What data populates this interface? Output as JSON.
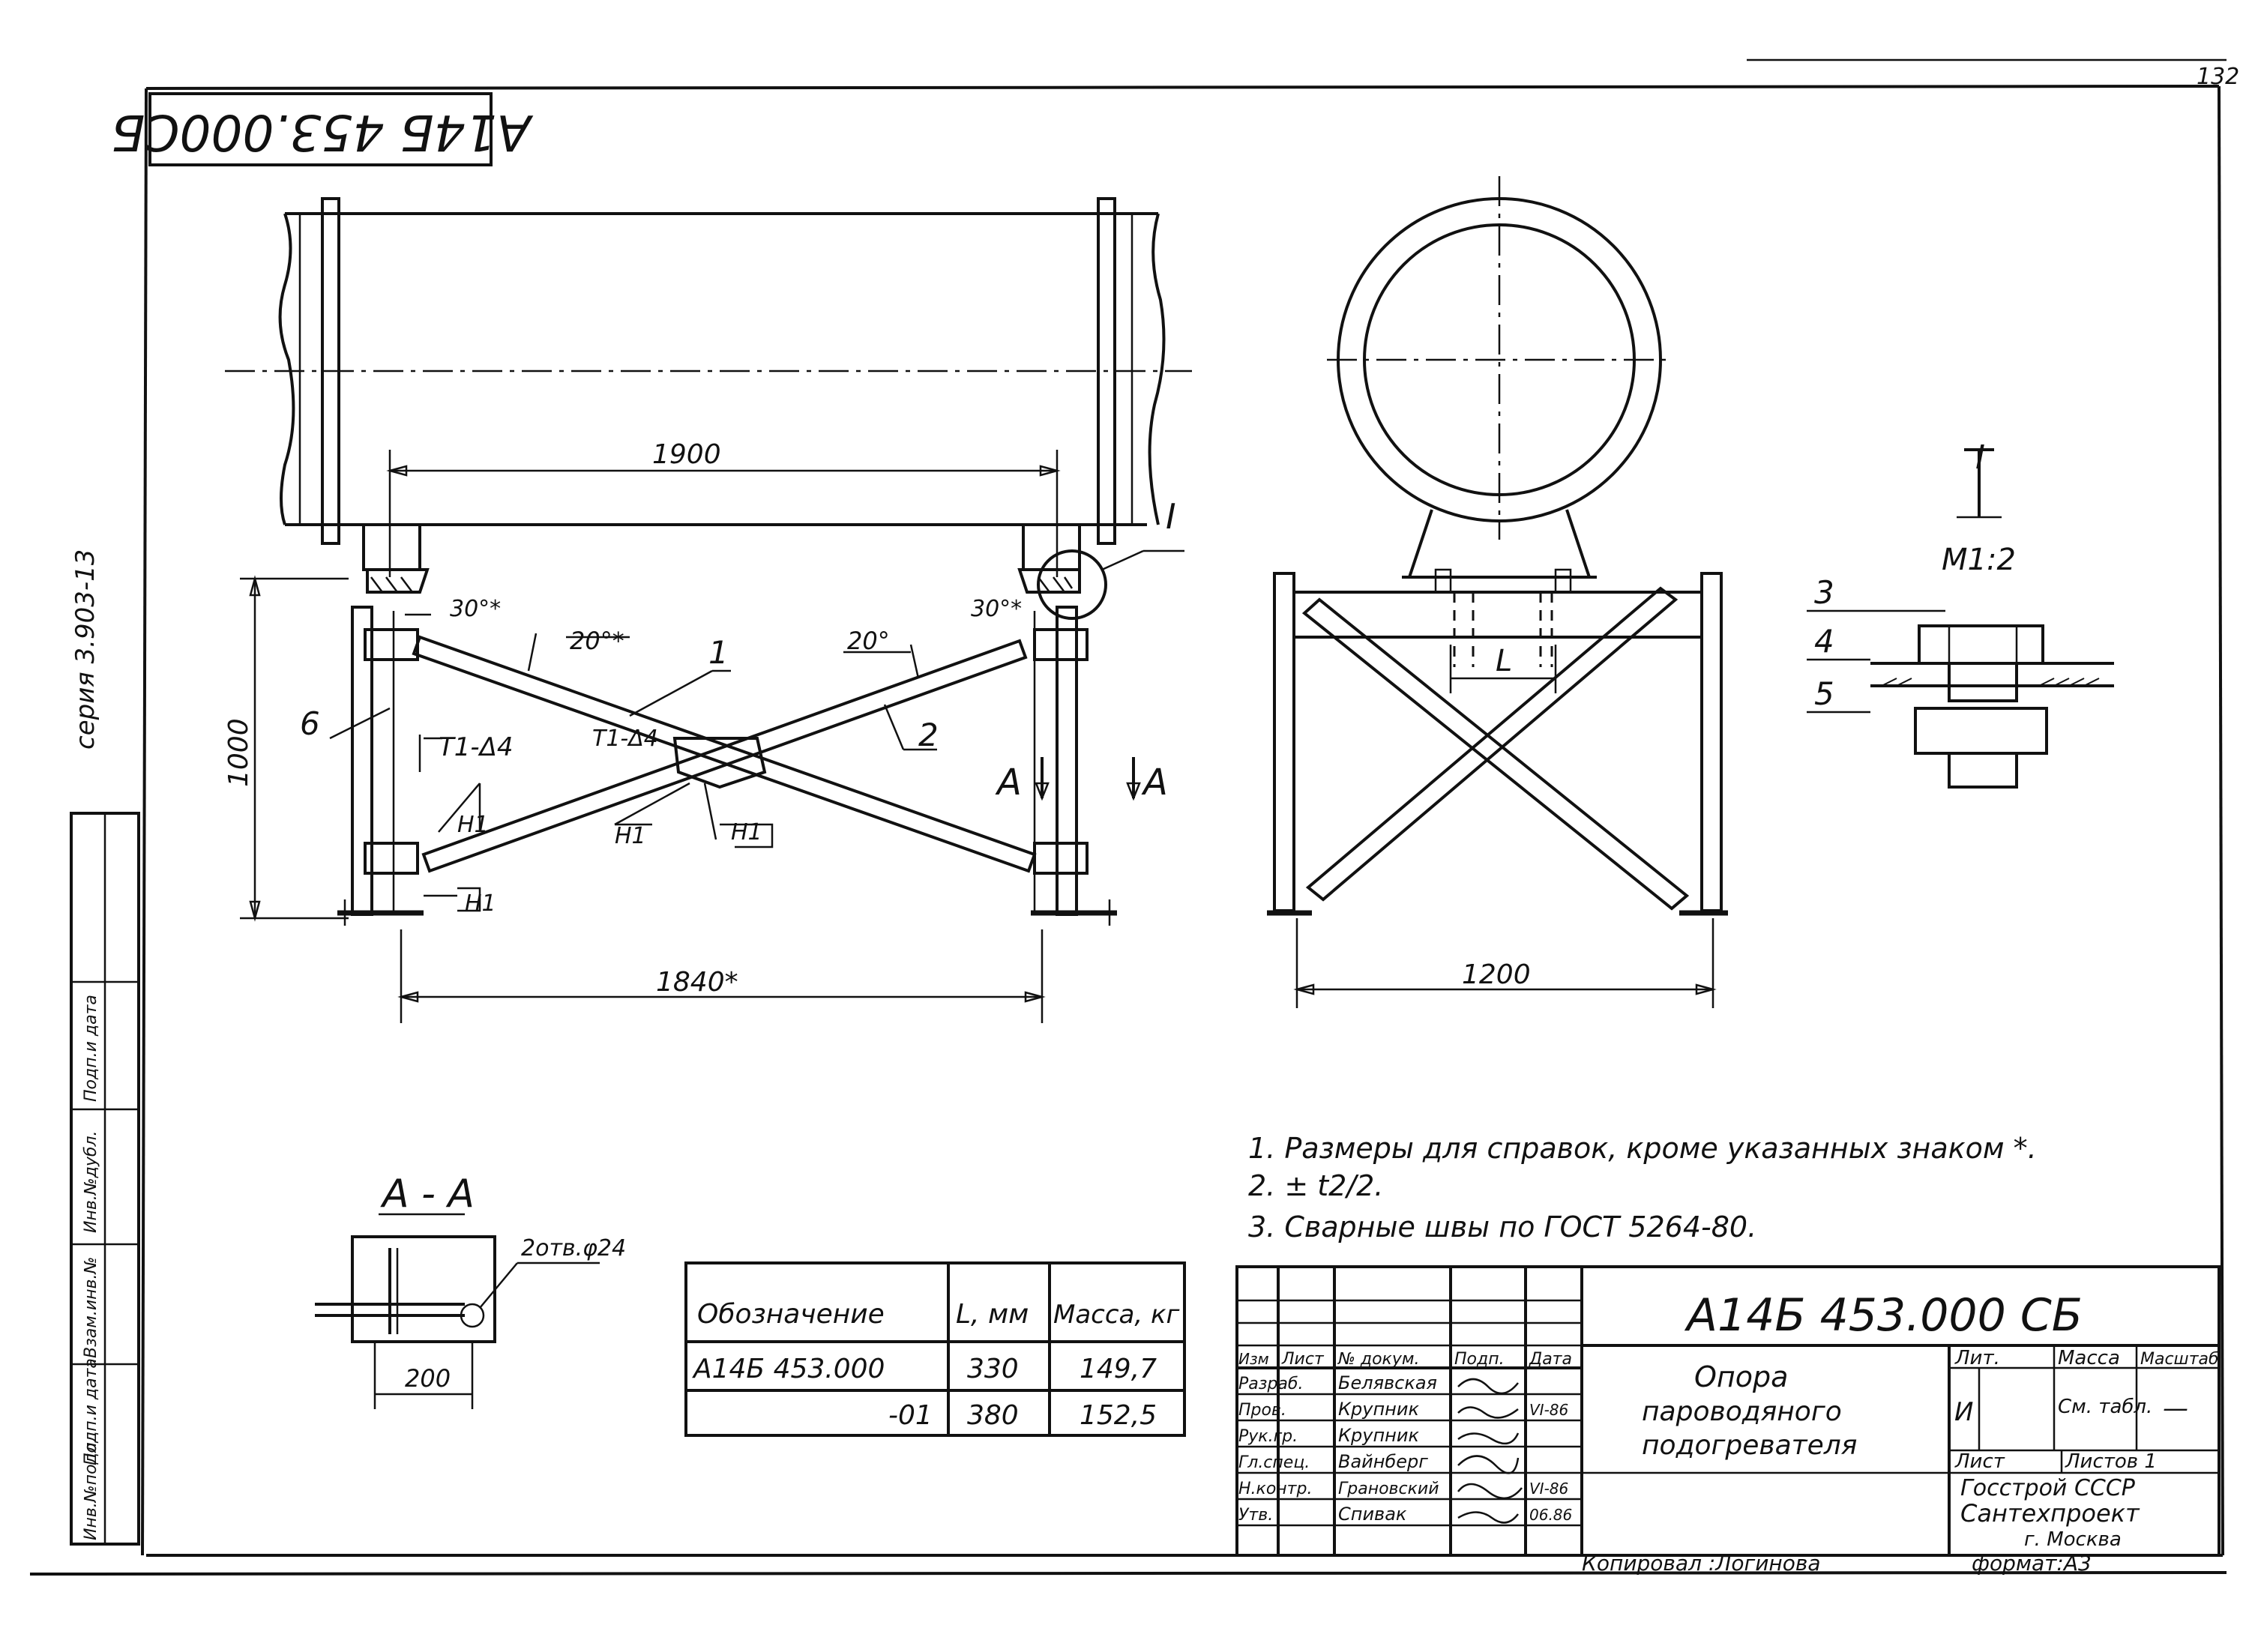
{
  "sheet": {
    "page_number": "132",
    "code_top": "А14Б 453.000СБ",
    "series": "серия 3.903-13",
    "copied_by": "Копировал :Логинова",
    "format": "формат:А3"
  },
  "left_strip": [
    "Инв.№подл.",
    "Подп.и дата",
    "Взам.инв.№",
    "Инв.№дубл.",
    "Подп.и дата"
  ],
  "front_view": {
    "dim_top": "1900",
    "dim_bottom": "1840*",
    "dim_left": "1000",
    "angle_left": "20°*",
    "angle_right": "20°",
    "angle_30_left": "30°*",
    "angle_30_right": "30°*",
    "callout_1": "1",
    "callout_2": "2",
    "callout_6": "6",
    "weld_1": "Т1-Δ4",
    "weld_2": "Т1-Δ4",
    "weld_h1_a": "Н1",
    "weld_h1_b": "Н1",
    "weld_h1_c": "Н1",
    "weld_h1_d": "Н1",
    "section_mark": "А",
    "section_mark2": "А",
    "detail_mark": "I"
  },
  "side_view": {
    "dim_bottom": "1200",
    "dim_l": "L"
  },
  "detail": {
    "mark": "I",
    "scale": "М1:2",
    "callout_3": "3",
    "callout_4": "4",
    "callout_5": "5"
  },
  "section_aa": {
    "title": "А - А",
    "holes": "2отв.φ24",
    "dim": "200"
  },
  "notes": [
    "1. Размеры для справок, кроме указанных знаком *.",
    "2. ± t2/2.",
    "3. Сварные швы по ГОСТ 5264-80."
  ],
  "variants_table": {
    "headers": [
      "Обозначение",
      "L, мм",
      "Масса, кг"
    ],
    "rows": [
      [
        "А14Б 453.000",
        "330",
        "149,7"
      ],
      [
        "-01",
        "380",
        "152,5"
      ]
    ]
  },
  "title_block": {
    "doc_code": "А14Б 453.000 СБ",
    "title_line1": "Опора",
    "title_line2": "пароводяного",
    "title_line3": "подогревателя",
    "col_headers": [
      "Изм",
      "Лист",
      "№ докум.",
      "Подп.",
      "Дата"
    ],
    "roles": [
      {
        "role": "Разраб.",
        "name": "Белявская",
        "date": ""
      },
      {
        "role": "Пров.",
        "name": "Крупник",
        "date": "VI-86"
      },
      {
        "role": "Рук.гр.",
        "name": "Крупник",
        "date": ""
      },
      {
        "role": "Гл.спец.",
        "name": "Вайнберг",
        "date": ""
      },
      {
        "role": "Н.контр.",
        "name": "Грановский",
        "date": "VI-86"
      },
      {
        "role": "Утв.",
        "name": "Спивак",
        "date": "06.86"
      }
    ],
    "lit_header": "Лит.",
    "mass_header": "Масса",
    "scale_header": "Масштаб",
    "lit_value": "И",
    "mass_value": "См. табл.",
    "scale_value": "—",
    "sheet_label": "Лист",
    "sheets_label": "Листов 1",
    "org1": "Госстрой СССР",
    "org2": "Сантехпроект",
    "org3": "г. Москва"
  }
}
